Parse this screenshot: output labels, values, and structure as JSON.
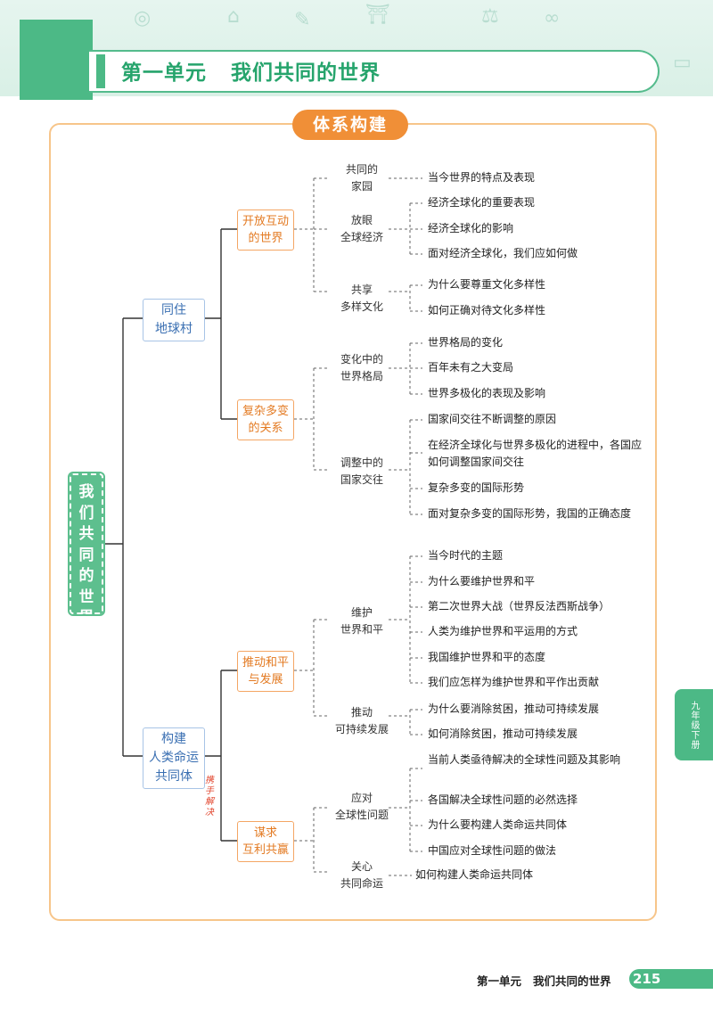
{
  "header": {
    "unit_title": "第一单元   我们共同的世界",
    "colors": {
      "brand_green": "#4cb986",
      "title_green": "#26a46c",
      "accent_orange": "#f08f37"
    }
  },
  "section_title": "体系构建",
  "mindmap": {
    "root": "我们共同的世界",
    "level1": [
      "同住\n地球村",
      "构建\n人类命运\n共同体"
    ],
    "level2": [
      "开放互动\n的世界",
      "复杂多变\n的关系",
      "推动和平\n与发展",
      "谋求\n互利共赢"
    ],
    "level3": [
      "共同的\n家园",
      "放眼\n全球经济",
      "共享\n多样文化",
      "变化中的\n世界格局",
      "调整中的\n国家交往",
      "维护\n世界和平",
      "推动\n可持续发展",
      "应对\n全球性问题",
      "关心\n共同命运"
    ],
    "leaves": [
      "当今世界的特点及表现",
      "经济全球化的重要表现",
      "经济全球化的影响",
      "面对经济全球化，我们应如何做",
      "为什么要尊重文化多样性",
      "如何正确对待文化多样性",
      "世界格局的变化",
      "百年未有之大变局",
      "世界多极化的表现及影响",
      "国家间交往不断调整的原因",
      "在经济全球化与世界多极化的进程中，各国应如何调整国家间交往",
      "复杂多变的国际形势",
      "面对复杂多变的国际形势，我国的正确态度",
      "当今时代的主题",
      "为什么要维护世界和平",
      "第二次世界大战（世界反法西斯战争）",
      "人类为维护世界和平运用的方式",
      "我国维护世界和平的态度",
      "我们应怎样为维护世界和平作出贡献",
      "为什么要消除贫困，推动可持续发展",
      "如何消除贫困，推动可持续发展",
      "当前人类亟待解决的全球性问题及其影响",
      "各国解决全球性问题的必然选择",
      "为什么要构建人类命运共同体",
      "中国应对全球性问题的做法",
      "如何构建人类命运共同体"
    ],
    "handwritten_note": "携手解决"
  },
  "side_tab": "九年级下册",
  "footer": {
    "unit_title": "第一单元   我们共同的世界",
    "page_number": "215"
  }
}
